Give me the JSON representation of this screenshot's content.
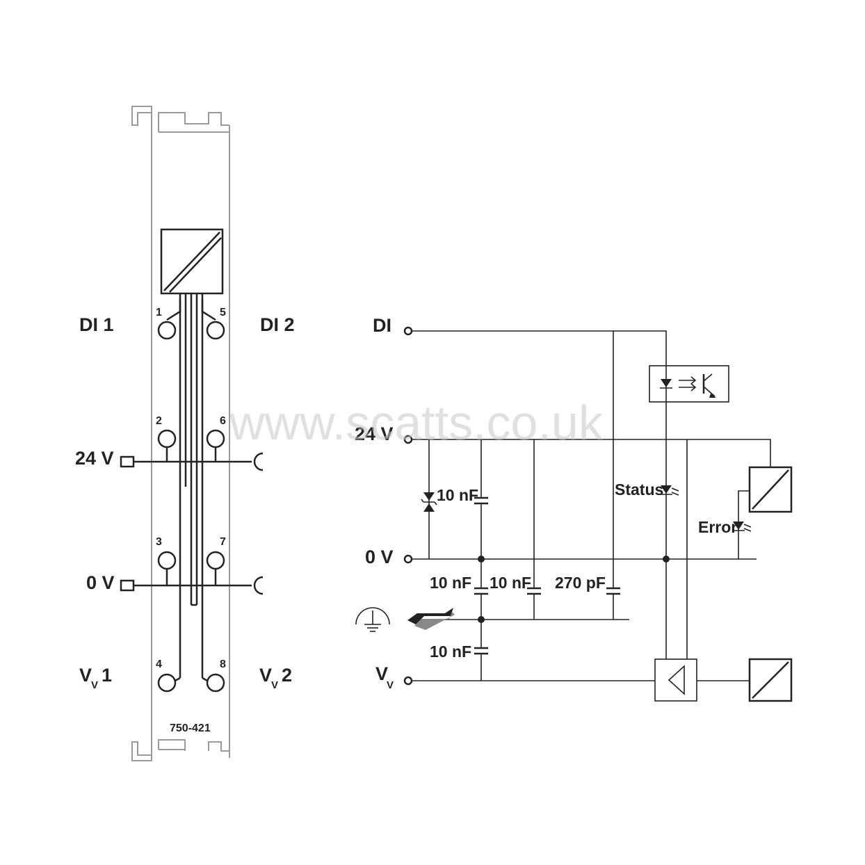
{
  "module": {
    "part_number": "750-421",
    "terminals": [
      {
        "num": "1",
        "signal": "DI 1"
      },
      {
        "num": "5",
        "signal": "DI 2"
      },
      {
        "num": "2",
        "signal": ""
      },
      {
        "num": "6",
        "signal": ""
      },
      {
        "num": "3",
        "signal": ""
      },
      {
        "num": "7",
        "signal": ""
      },
      {
        "num": "4",
        "signal": "V_V 1"
      },
      {
        "num": "8",
        "signal": "V_V 2"
      }
    ],
    "labels": {
      "di1": "DI 1",
      "di2": "DI 2",
      "v24": "24 V",
      "v0": "0 V",
      "vv1_main": "V",
      "vv1_sub": "V",
      "vv1_idx": "1",
      "vv2_main": "V",
      "vv2_sub": "V",
      "vv2_idx": "2"
    }
  },
  "schematic": {
    "inputs": {
      "di": "DI",
      "v24": "24 V",
      "v0": "0 V",
      "vv_main": "V",
      "vv_sub": "V"
    },
    "components": {
      "c_top": "10 nF",
      "c_a": "10 nF",
      "c_b": "10 nF",
      "c_c": "270 pF",
      "c_bottom": "10 nF"
    },
    "leds": {
      "status": "Status",
      "error": "Error"
    }
  },
  "watermark": "www.scatts.co.uk"
}
